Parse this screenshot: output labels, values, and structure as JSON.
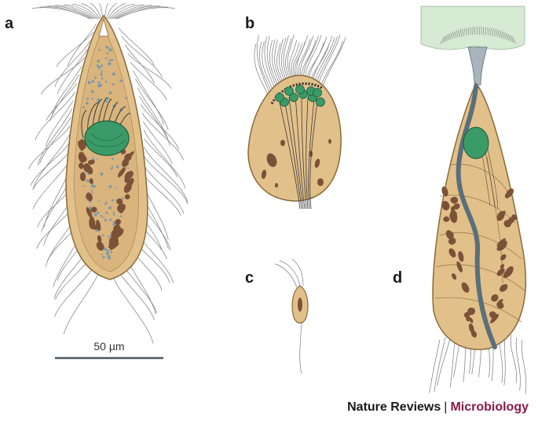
{
  "panels": [
    {
      "label": "a"
    },
    {
      "label": "b"
    },
    {
      "label": "c"
    },
    {
      "label": "d"
    }
  ],
  "scale_bar": {
    "label": "50 µm"
  },
  "credit": {
    "journal": "Nature Reviews",
    "separator": "|",
    "subject": "Microbiology"
  },
  "colors": {
    "cell_body": "#e2c08a",
    "cell_outline": "#8a6a3a",
    "nucleus": "#3a9a68",
    "granule": "#7b5238",
    "vacuole_dot": "#7a9aaa",
    "axostyle": "#5a6f7a",
    "cilia": "#7a7a7a",
    "host_surface": "#d7ead4",
    "credit_accent": "#8a1a4a"
  }
}
